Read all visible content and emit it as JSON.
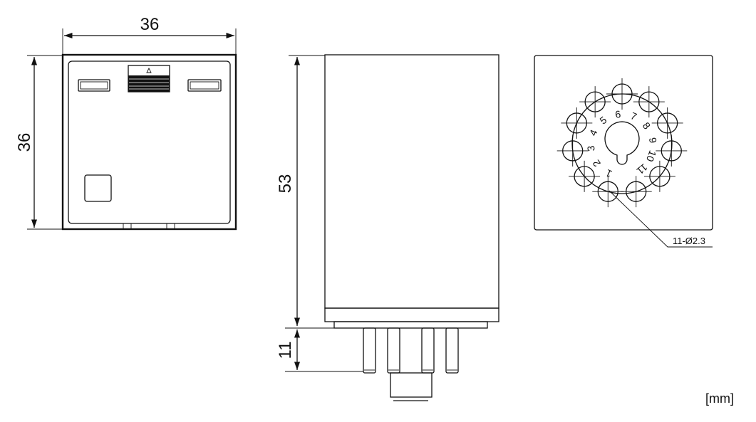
{
  "dimensions": {
    "front_width": "36",
    "front_height": "36",
    "side_height": "53",
    "pin_length": "11"
  },
  "bottom_view": {
    "pin_labels": [
      "1",
      "2",
      "3",
      "4",
      "5",
      "6",
      "7",
      "8",
      "9",
      "10",
      "11"
    ],
    "hole_count": 11,
    "hole_note": "11-Ø2.3"
  },
  "unit_label": "[mm]"
}
